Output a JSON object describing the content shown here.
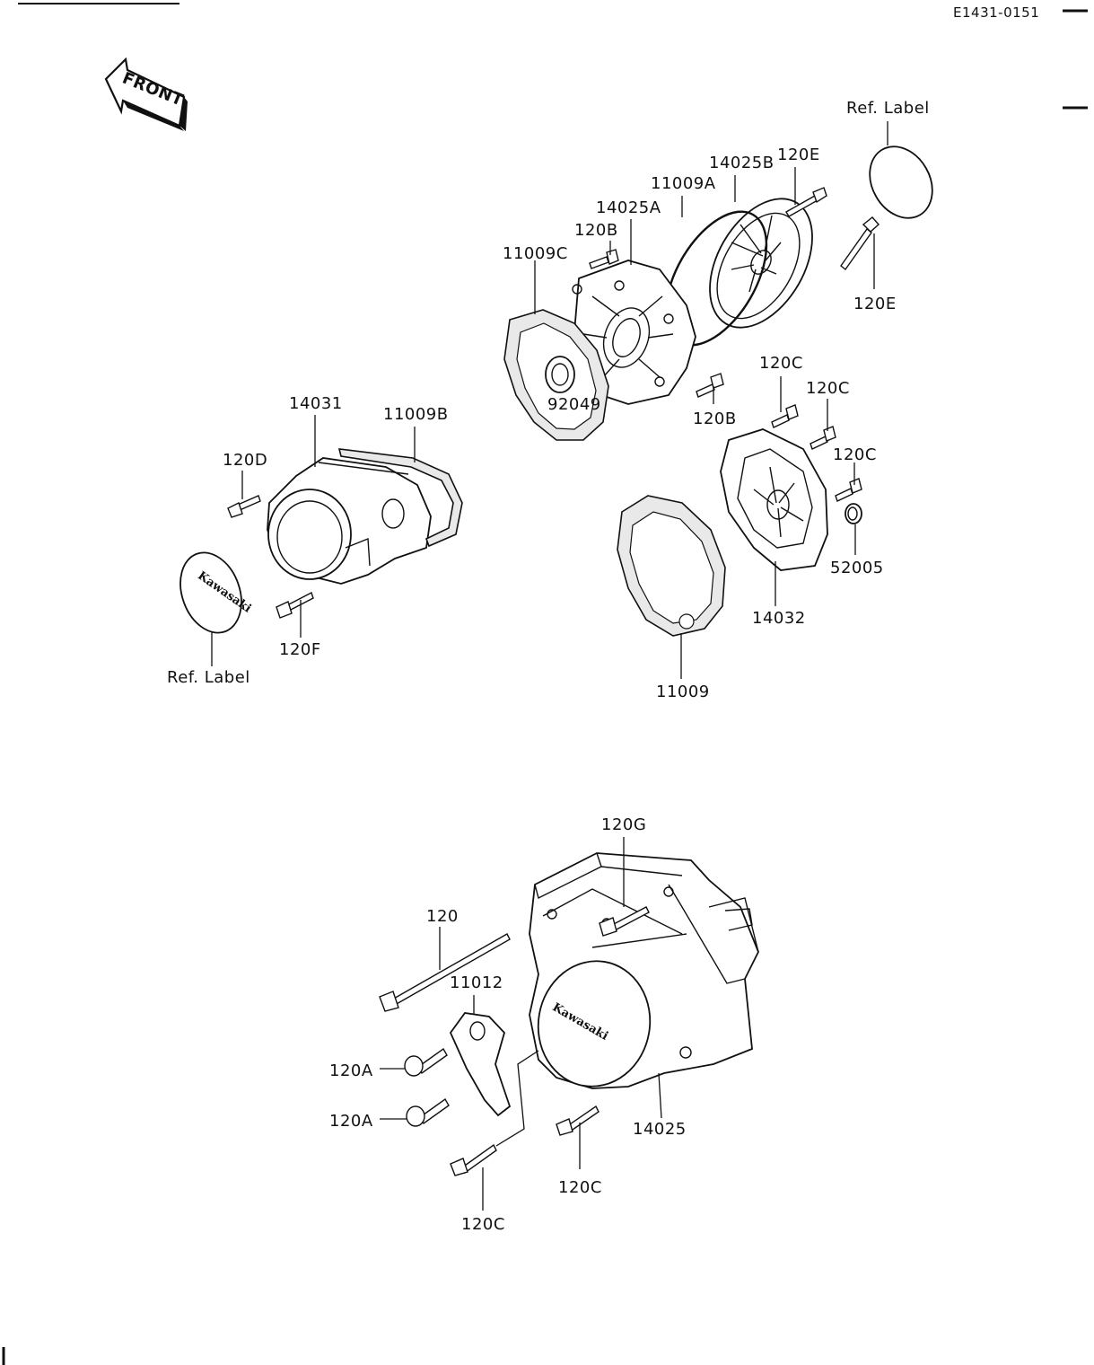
{
  "header": {
    "code": "E1431-0151",
    "front_label": "FRONT"
  },
  "logo_text": "Kawasaki",
  "callouts": {
    "ref_label_top": "Ref. Label",
    "ref_label_left": "Ref. Label",
    "p14025B": "14025B",
    "p120E_top": "120E",
    "p11009A": "11009A",
    "p14025A": "14025A",
    "p120B_top": "120B",
    "p11009C": "11009C",
    "p120E_right": "120E",
    "p92049": "92049",
    "p120B_mid": "120B",
    "p120C_a": "120C",
    "p120C_b": "120C",
    "p120C_c": "120C",
    "p14031": "14031",
    "p11009B": "11009B",
    "p120D": "120D",
    "p52005": "52005",
    "p14032": "14032",
    "p120F": "120F",
    "p11009": "11009",
    "p120G": "120G",
    "p120": "120",
    "p11012": "11012",
    "p120A_top": "120A",
    "p120A_bottom": "120A",
    "p14025": "14025",
    "p120C_bottom_right": "120C",
    "p120C_bottom_left": "120C"
  }
}
